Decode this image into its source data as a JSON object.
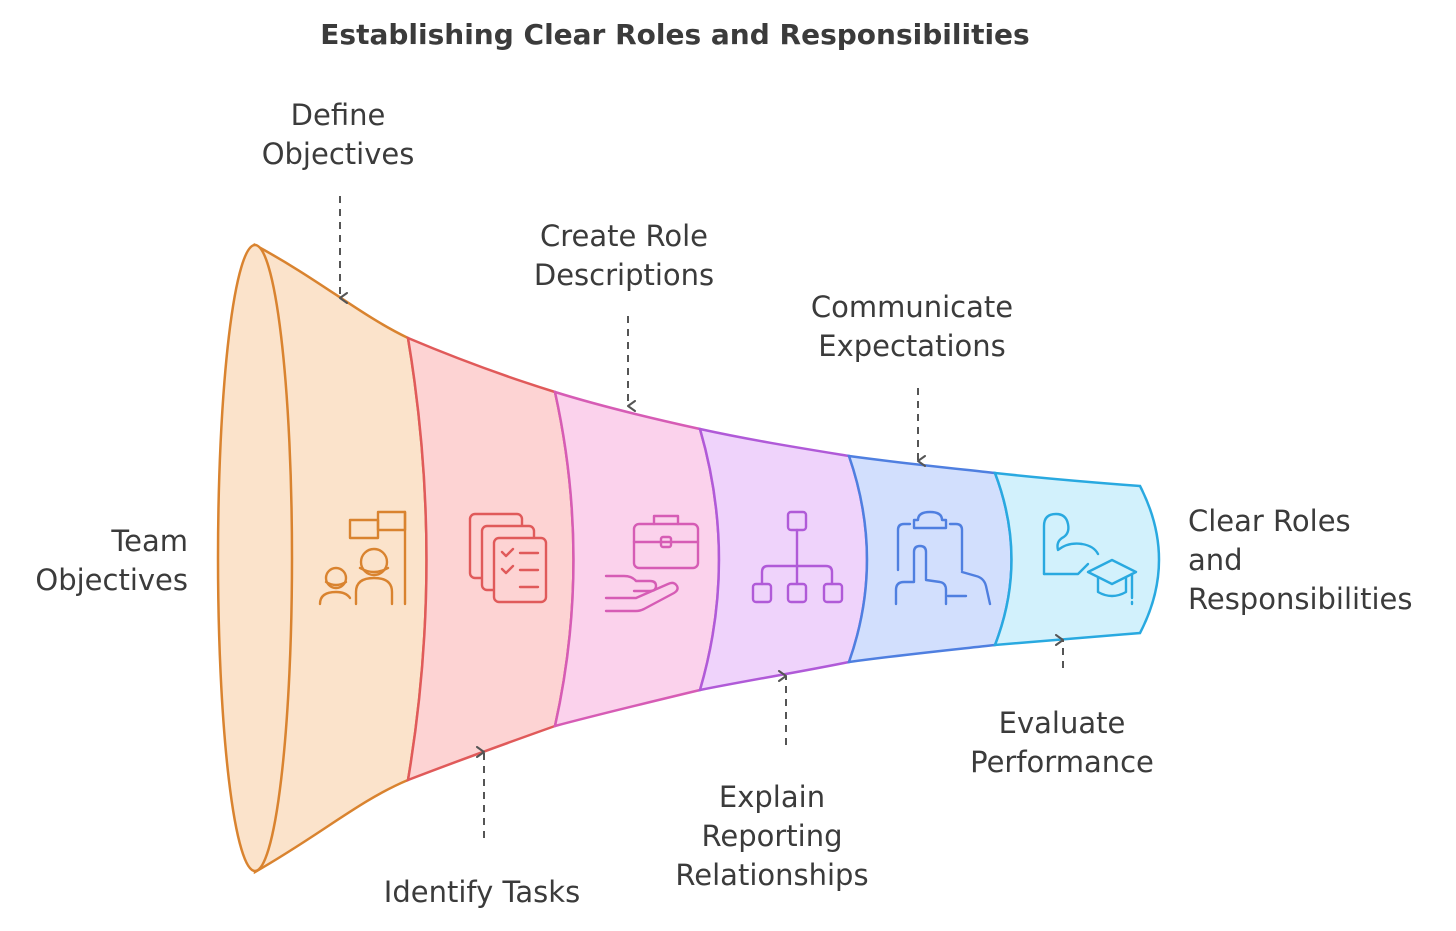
{
  "title": "Establishing Clear Roles and Responsibilities",
  "input_label": [
    "Team",
    "Objectives"
  ],
  "output_label": [
    "Clear Roles",
    "and",
    "Responsibilities"
  ],
  "stages": [
    {
      "label": [
        "Define",
        "Objectives"
      ],
      "icon": "team-flag-icon",
      "color": "#d9832f",
      "fill": "#fbe3cb"
    },
    {
      "label": [
        "Identify Tasks"
      ],
      "icon": "task-checklist-icon",
      "color": "#e05a5a",
      "fill": "#fdd3d3"
    },
    {
      "label": [
        "Create Role",
        "Descriptions"
      ],
      "icon": "briefcase-hand-icon",
      "color": "#d65cb5",
      "fill": "#fbd2ec"
    },
    {
      "label": [
        "Explain",
        "Reporting",
        "Relationships"
      ],
      "icon": "org-chart-icon",
      "color": "#b05ad8",
      "fill": "#efd3fb"
    },
    {
      "label": [
        "Communicate",
        "Expectations"
      ],
      "icon": "clipboard-touch-icon",
      "color": "#4f7fe0",
      "fill": "#d2dffd"
    },
    {
      "label": [
        "Evaluate",
        "Performance"
      ],
      "icon": "strength-graduation-icon",
      "color": "#29a9e0",
      "fill": "#d2f1fc"
    }
  ]
}
